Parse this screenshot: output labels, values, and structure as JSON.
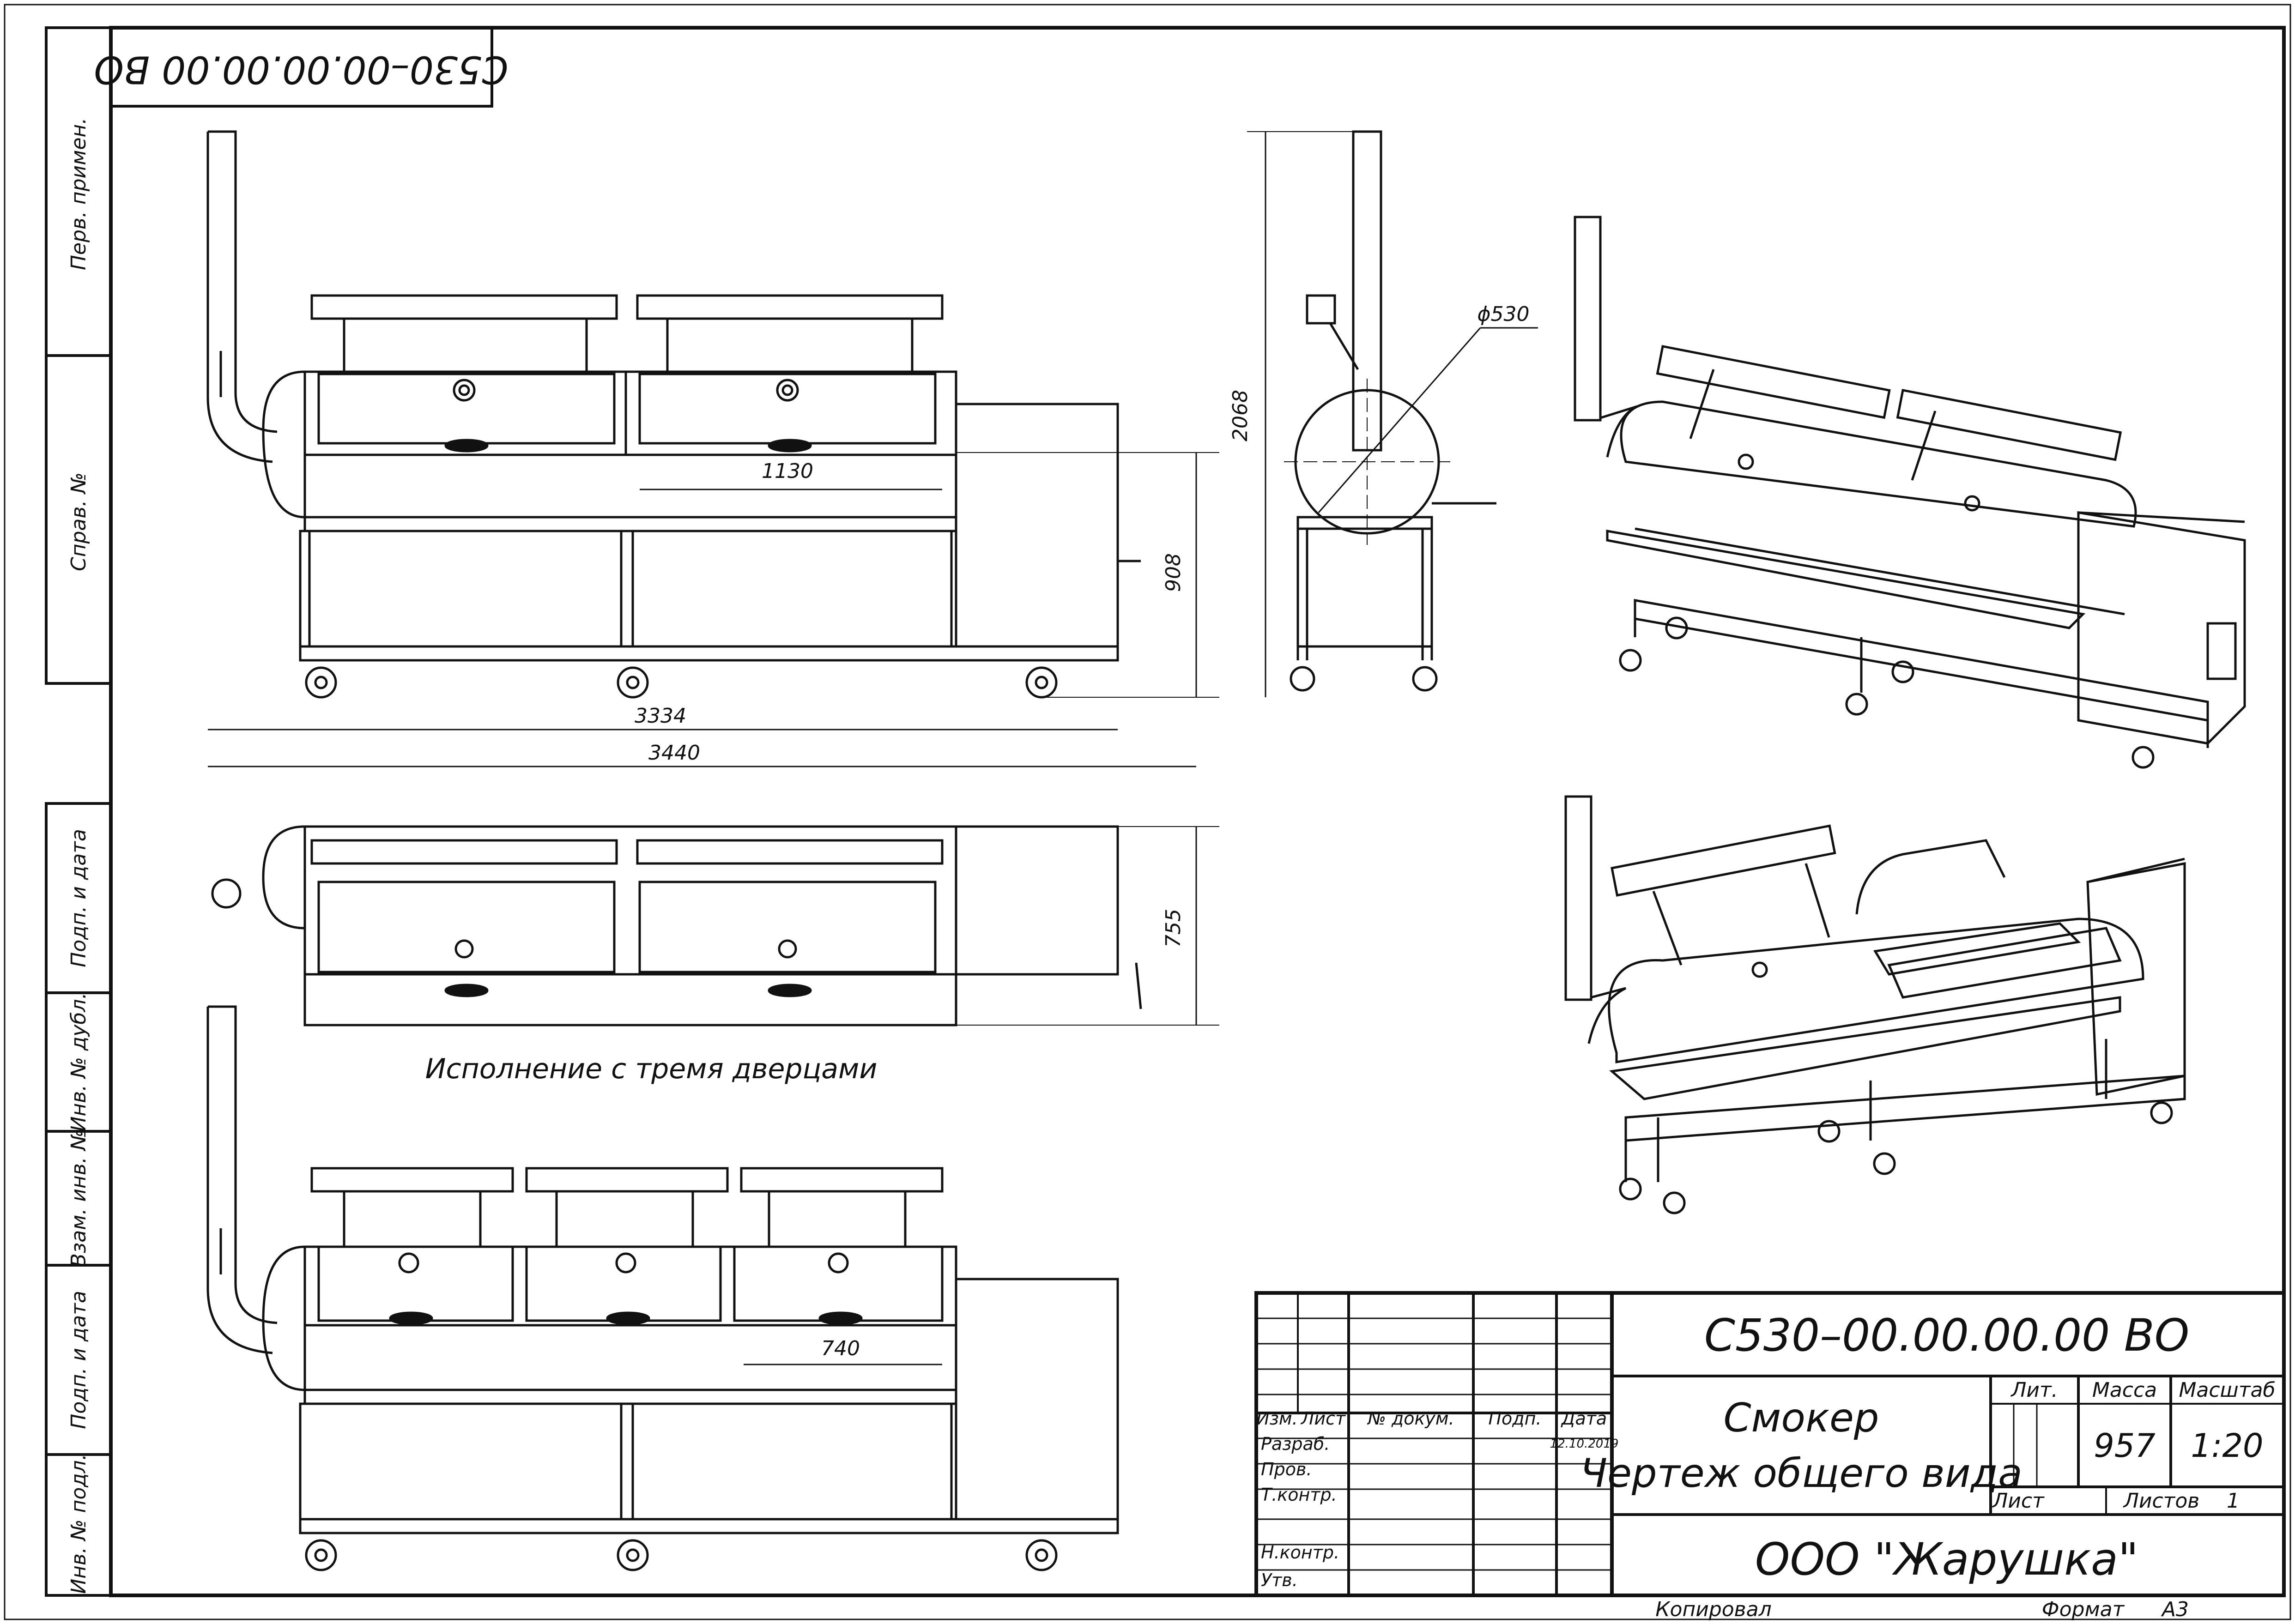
{
  "sheet": {
    "designation": "С530–00.00.00.00 ВО",
    "designation_rotated": "С530–00.00.00.00 ВО",
    "copied_label": "Копировал",
    "format_label": "Формат",
    "format_value": "А3"
  },
  "left_strip": {
    "top": [
      "Перв. примен.",
      "Справ. №"
    ],
    "bottom": [
      "Подп. и дата",
      "Инв. № дубл.",
      "Взам. инв. №",
      "Подп. и дата",
      "Инв. № подл."
    ]
  },
  "dimensions": {
    "top_len": "1130",
    "length_3334": "3334",
    "length_3440": "3440",
    "height_908": "908",
    "height_2068": "2068",
    "diameter": "ϕ530",
    "width_755": "755",
    "three_door_len": "740"
  },
  "variant_caption": "Исполнение с тремя дверцами",
  "title_block": {
    "designation": "С530–00.00.00.00 ВО",
    "name_line1": "Смокер",
    "name_line2": "Чертеж общего вида",
    "lit_label": "Лит.",
    "mass_label": "Масса",
    "scale_label": "Масштаб",
    "mass_value": "957",
    "scale_value": "1:20",
    "sheet_label": "Лист",
    "sheets_label": "Листов",
    "sheets_value": "1",
    "company": "ООО \"Жарушка\"",
    "headers": [
      "Изм.",
      "Лист",
      "№ докум.",
      "Подп.",
      "Дата"
    ],
    "date_value": "12.10.2019",
    "roles": [
      "Разраб.",
      "Пров.",
      "Т.контр.",
      "Н.контр.",
      "Утв."
    ]
  }
}
